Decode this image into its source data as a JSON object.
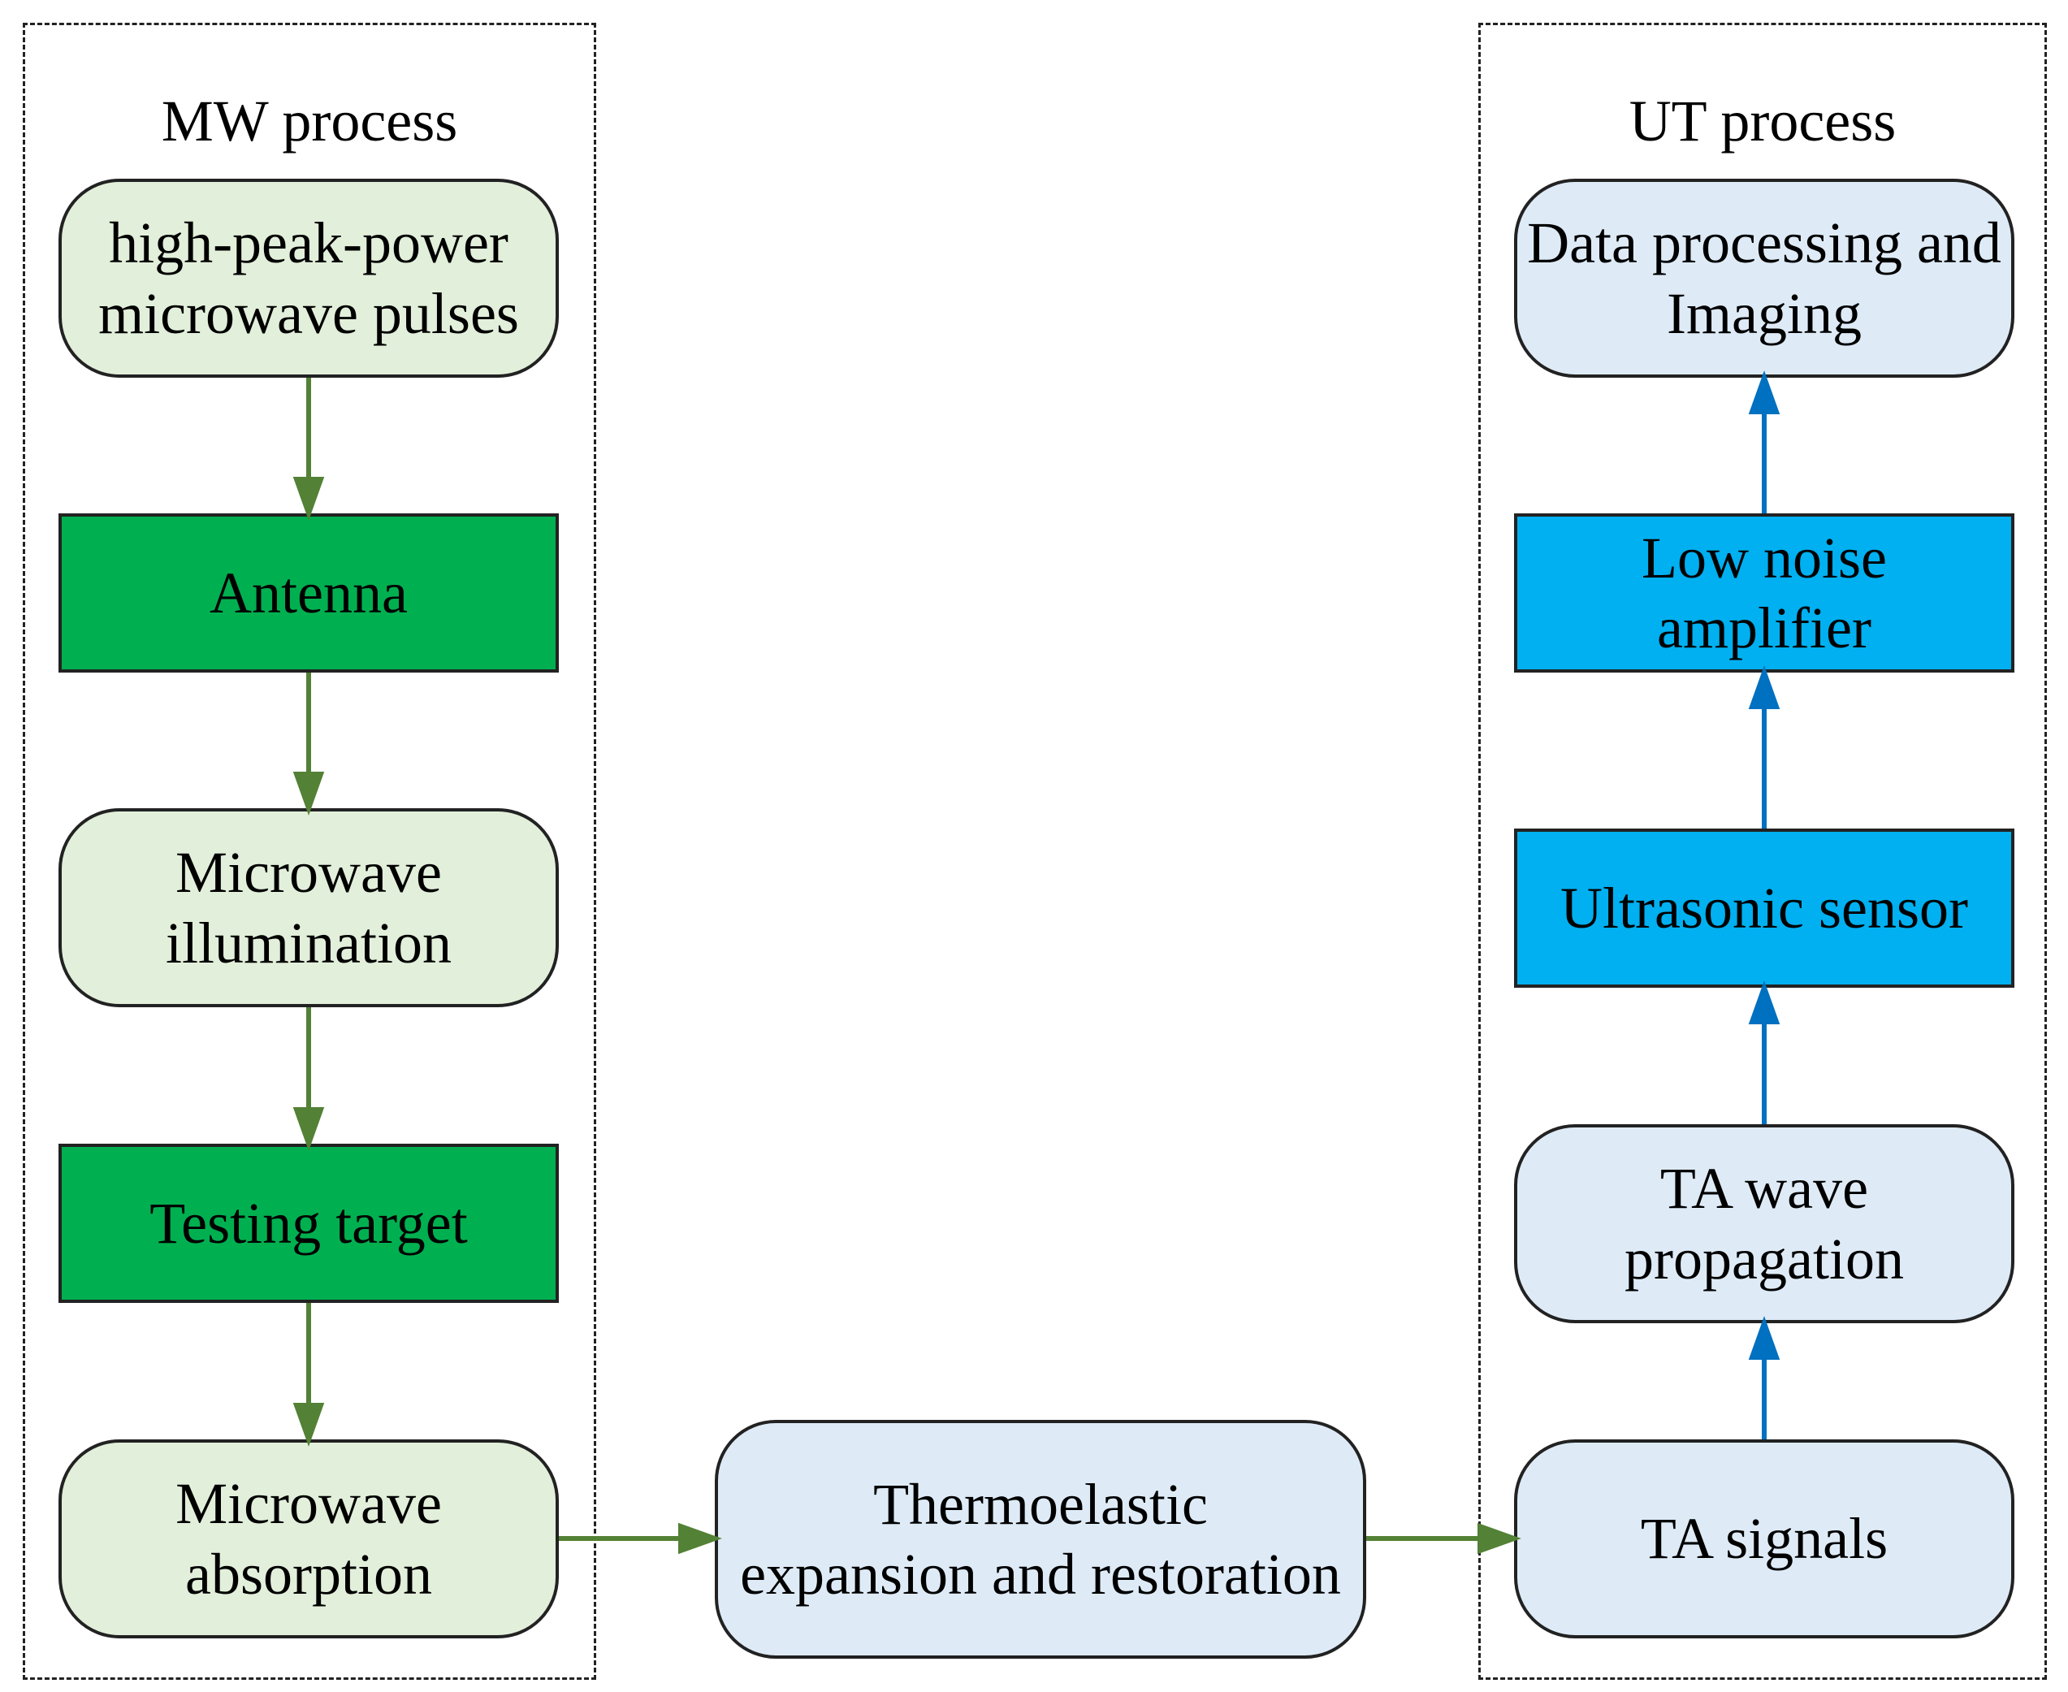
{
  "mw_group": {
    "title": "MW process",
    "boxes": [
      {
        "label": "high-peak-power\nmicrowave pulses"
      },
      {
        "label": "Antenna"
      },
      {
        "label": "Microwave\nillumination"
      },
      {
        "label": "Testing target"
      },
      {
        "label": "Microwave\nabsorption"
      }
    ]
  },
  "middle": {
    "label": "Thermoelastic\nexpansion and restoration"
  },
  "ut_group": {
    "title": "UT process",
    "boxes": [
      {
        "label": "Data processing and\nImaging"
      },
      {
        "label": "Low noise\namplifier"
      },
      {
        "label": "Ultrasonic sensor"
      },
      {
        "label": "TA wave\npropagation"
      },
      {
        "label": "TA signals"
      }
    ]
  },
  "colors": {
    "mw_arrow": "#538135",
    "ut_arrow": "#0070c0",
    "mw_light_fill": "#e2efda",
    "mw_dark_fill": "#00b050",
    "ut_light_fill": "#deebf7",
    "ut_dark_fill": "#00b0f0"
  }
}
